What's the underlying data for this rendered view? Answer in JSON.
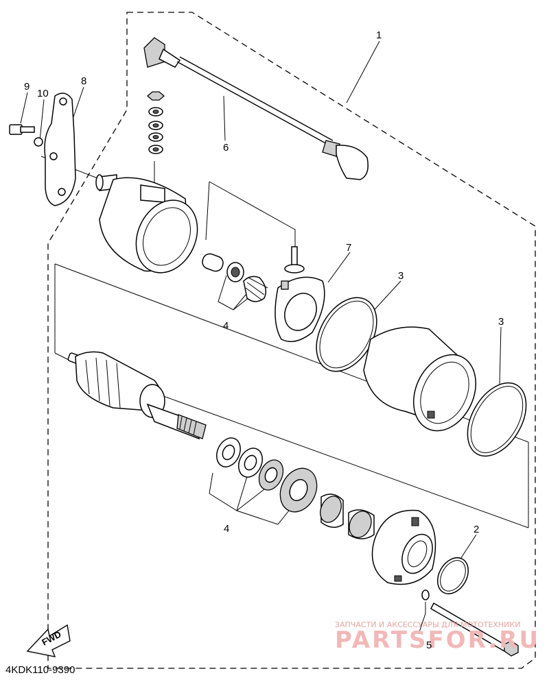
{
  "diagram": {
    "code": "4KDK110-9390",
    "direction_label": "FWD",
    "watermark": {
      "caption": "ЗАПЧАСТИ И АКСЕССУАРЫ ДЛЯ МОТОТЕХНИКИ",
      "brand": "PARTSFOR.RU"
    },
    "callouts": [
      {
        "id": "c1",
        "label": "1"
      },
      {
        "id": "c2",
        "label": "2"
      },
      {
        "id": "c3a",
        "label": "3"
      },
      {
        "id": "c3b",
        "label": "3"
      },
      {
        "id": "c4a",
        "label": "4"
      },
      {
        "id": "c4b",
        "label": "4"
      },
      {
        "id": "c5",
        "label": "5"
      },
      {
        "id": "c6",
        "label": "6"
      },
      {
        "id": "c7",
        "label": "7"
      },
      {
        "id": "c8",
        "label": "8"
      },
      {
        "id": "c9",
        "label": "9"
      },
      {
        "id": "c10",
        "label": "10"
      }
    ]
  }
}
